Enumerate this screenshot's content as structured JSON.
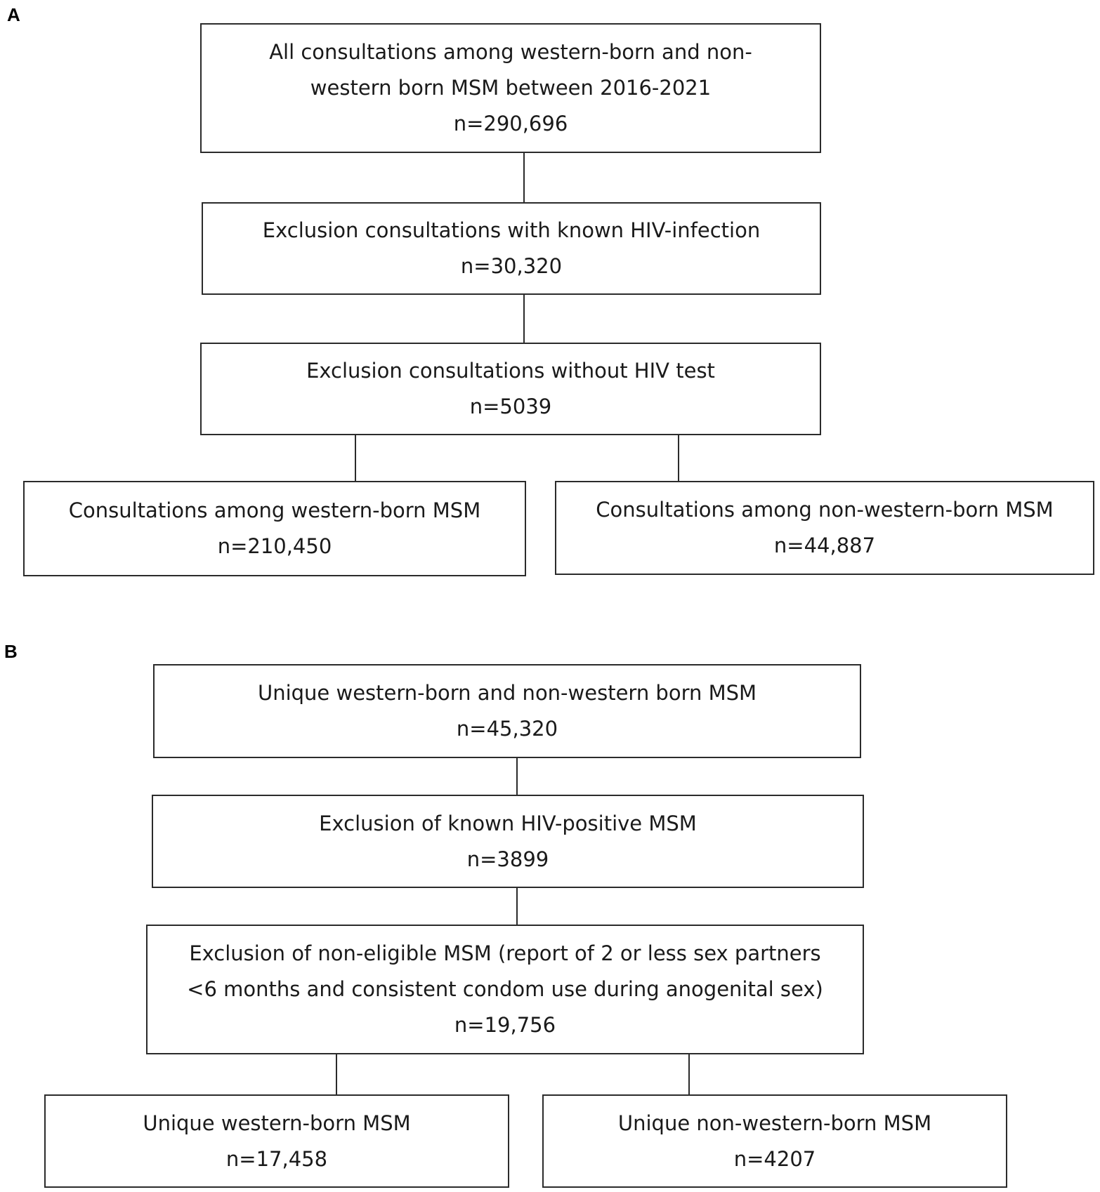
{
  "panel_a": {
    "label": "A",
    "box1": {
      "line1": "All consultations among western-born and non-",
      "line2": "western born MSM between 2016-2021",
      "count": "n=290,696"
    },
    "box2": {
      "line1": "Exclusion consultations with known HIV-infection",
      "count": "n=30,320"
    },
    "box3": {
      "line1": "Exclusion consultations without HIV test",
      "count": "n=5039"
    },
    "box_left": {
      "line1": "Consultations among western-born MSM",
      "count": "n=210,450"
    },
    "box_right": {
      "line1": "Consultations among non-western-born MSM",
      "count": "n=44,887"
    }
  },
  "panel_b": {
    "label": "B",
    "box1": {
      "line1": "Unique western-born and non-western born MSM",
      "count": "n=45,320"
    },
    "box2": {
      "line1": "Exclusion of known HIV-positive MSM",
      "count": "n=3899"
    },
    "box3": {
      "line1": "Exclusion of non-eligible MSM (report of 2 or less sex partners",
      "line2": "<6 months and consistent condom use during anogenital sex)",
      "count": "n=19,756"
    },
    "box_left": {
      "line1": "Unique western-born MSM",
      "count": "n=17,458"
    },
    "box_right": {
      "line1": "Unique non-western-born MSM",
      "count": "n=4207"
    }
  }
}
